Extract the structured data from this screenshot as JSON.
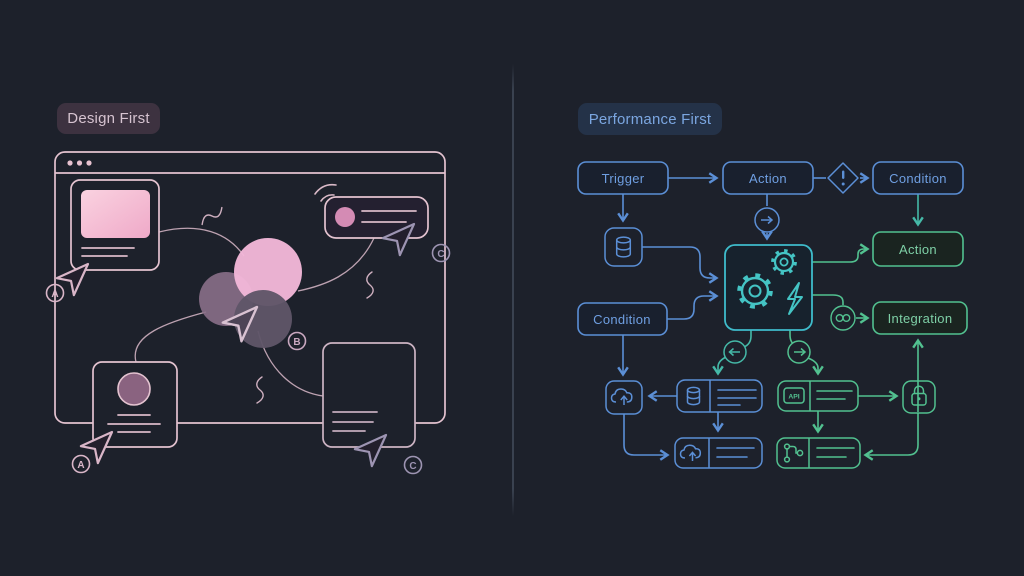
{
  "background": "#1d212b",
  "divider_color": "#3a4250",
  "left_panel": {
    "badge_label": "Design First",
    "badge_bg": "#3d3240",
    "badge_text_color": "#d6c3d0",
    "line_color": "#e4c3d0",
    "cursors": {
      "a_top": "A",
      "b": "B",
      "c_top": "C",
      "a_bottom": "A",
      "c_bottom": "C"
    },
    "shapes": {
      "venn_circle_pink": "#f2b7d8",
      "venn_circle_mauve": "#8a6f88",
      "venn_circle_dark": "#5f5568",
      "avatar_fill": "#8a6380",
      "notification_dot": "#d48bb4"
    },
    "icons": [
      "browser-window",
      "traffic-dots",
      "image-card",
      "notification-card",
      "wifi-arcs",
      "profile-card",
      "document-card",
      "cursor-pointer",
      "venn-circles",
      "squiggle"
    ]
  },
  "right_panel": {
    "badge_label": "Performance First",
    "badge_bg": "#243248",
    "badge_text_color": "#7ba6e0",
    "nodes": {
      "trigger": "Trigger",
      "action1": "Action",
      "condition1": "Condition",
      "action2": "Action",
      "condition2": "Condition",
      "integration": "Integration"
    },
    "api_label": "API",
    "colors": {
      "blue": "#5b8fd6",
      "teal": "#45b9a8",
      "green": "#52c190",
      "box_fill": "#19202e"
    },
    "icons": [
      "database-icon",
      "gear-icon",
      "lightning-icon",
      "alert-diamond-icon",
      "arrow-circle-right-icon",
      "arrow-circle-left-icon",
      "infinity-icon",
      "cloud-upload-icon",
      "lock-icon",
      "api-icon",
      "workflow-icon"
    ]
  }
}
